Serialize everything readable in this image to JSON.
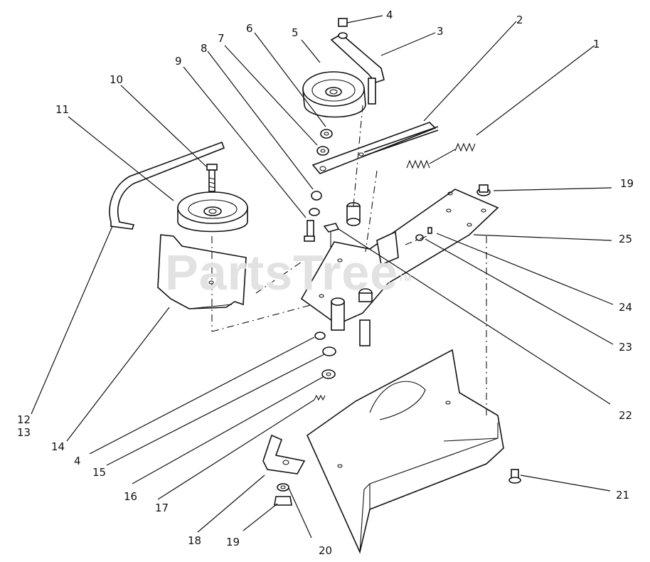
{
  "watermark": {
    "brand": "PartsTree",
    "trademark": "TM"
  },
  "callouts": [
    {
      "id": "c4a",
      "text": "4"
    },
    {
      "id": "c3",
      "text": "3"
    },
    {
      "id": "c2",
      "text": "2"
    },
    {
      "id": "c1",
      "text": "1"
    },
    {
      "id": "c5",
      "text": "5"
    },
    {
      "id": "c6",
      "text": "6"
    },
    {
      "id": "c7",
      "text": "7"
    },
    {
      "id": "c8",
      "text": "8"
    },
    {
      "id": "c9",
      "text": "9"
    },
    {
      "id": "c10",
      "text": "10"
    },
    {
      "id": "c11",
      "text": "11"
    },
    {
      "id": "c19a",
      "text": "19"
    },
    {
      "id": "c25",
      "text": "25"
    },
    {
      "id": "c24",
      "text": "24"
    },
    {
      "id": "c23",
      "text": "23"
    },
    {
      "id": "c22",
      "text": "22"
    },
    {
      "id": "c21",
      "text": "21"
    },
    {
      "id": "c12",
      "text": "12"
    },
    {
      "id": "c13",
      "text": "13"
    },
    {
      "id": "c14",
      "text": "14"
    },
    {
      "id": "c4b",
      "text": "4"
    },
    {
      "id": "c15",
      "text": "15"
    },
    {
      "id": "c16",
      "text": "16"
    },
    {
      "id": "c17",
      "text": "17"
    },
    {
      "id": "c18",
      "text": "18"
    },
    {
      "id": "c19b",
      "text": "19"
    },
    {
      "id": "c20",
      "text": "20"
    }
  ]
}
